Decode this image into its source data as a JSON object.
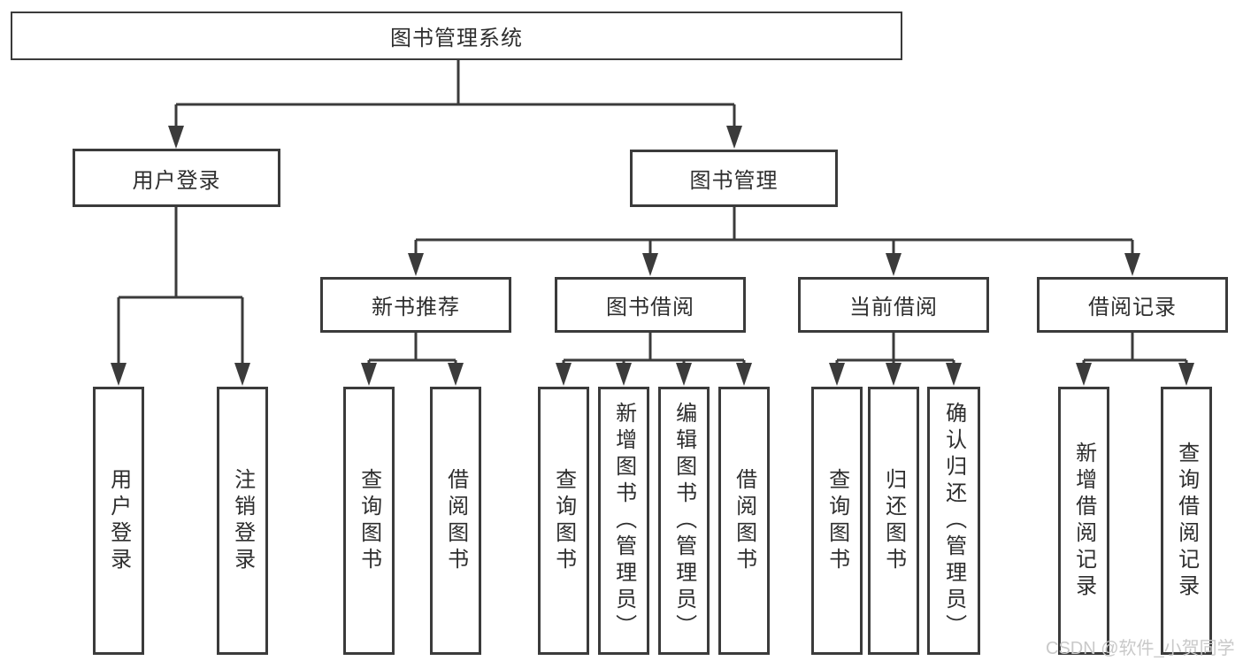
{
  "diagram": {
    "title": "图书管理系统",
    "branches": {
      "user_login": {
        "label": "用户登录",
        "children": [
          {
            "label": "用户登录"
          },
          {
            "label": "注销登录"
          }
        ]
      },
      "book_management": {
        "label": "图书管理",
        "sections": [
          {
            "label": "新书推荐",
            "children": [
              {
                "label": "查询图书"
              },
              {
                "label": "借阅图书"
              }
            ]
          },
          {
            "label": "图书借阅",
            "children": [
              {
                "label": "查询图书"
              },
              {
                "label": "新增图书（管理员）"
              },
              {
                "label": "编辑图书（管理员）"
              },
              {
                "label": "借阅图书"
              }
            ]
          },
          {
            "label": "当前借阅",
            "children": [
              {
                "label": "查询图书"
              },
              {
                "label": "归还图书"
              },
              {
                "label": "确认归还（管理员）"
              }
            ]
          },
          {
            "label": "借阅记录",
            "children": [
              {
                "label": "新增借阅记录"
              },
              {
                "label": "查询借阅记录"
              }
            ]
          }
        ]
      }
    }
  },
  "watermark": {
    "text": "CSDN @软件_小贺同学"
  },
  "colors": {
    "line": "#3b3b3b",
    "text": "#2e2e2e",
    "watermark": "#c9c9c9",
    "background": "#ffffff"
  }
}
